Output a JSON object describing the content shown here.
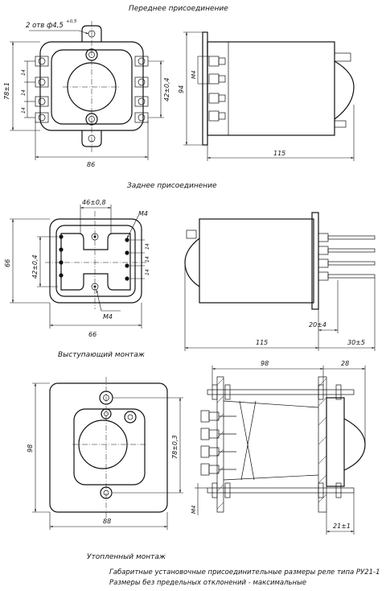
{
  "sections": {
    "front": "Переднее присоединение",
    "rear": "Заднее присоединение",
    "projecting": "Выступающий монтаж",
    "flush": "Утопленный монтаж"
  },
  "front_view": {
    "holes_callout": "2 отв ф4,5",
    "holes_tol": "+0,5",
    "width": "86",
    "height": "78±1",
    "pitch": "42±0,4",
    "pin_step": "14"
  },
  "front_side": {
    "height": "94",
    "thread": "М4",
    "length": "115"
  },
  "rear_view": {
    "width_top": "46±0,8",
    "thread_top": "М4",
    "thread_bottom": "М4",
    "height": "66",
    "pitch": "42±0,4",
    "pin_step": "14",
    "width": "66"
  },
  "rear_side": {
    "length": "115",
    "pin_len": "20±4",
    "overhang": "30±5"
  },
  "panel_view": {
    "height": "98",
    "pitch": "78±0,3",
    "width": "88"
  },
  "panel_side": {
    "width": "98",
    "depth": "28",
    "thread": "М4",
    "bottom": "21±1"
  },
  "caption": {
    "line1": "Габаритные установочные присоединительные размеры реле типа РУ21-1",
    "line2": "Размеры без предельных отклонений - максимальные"
  }
}
